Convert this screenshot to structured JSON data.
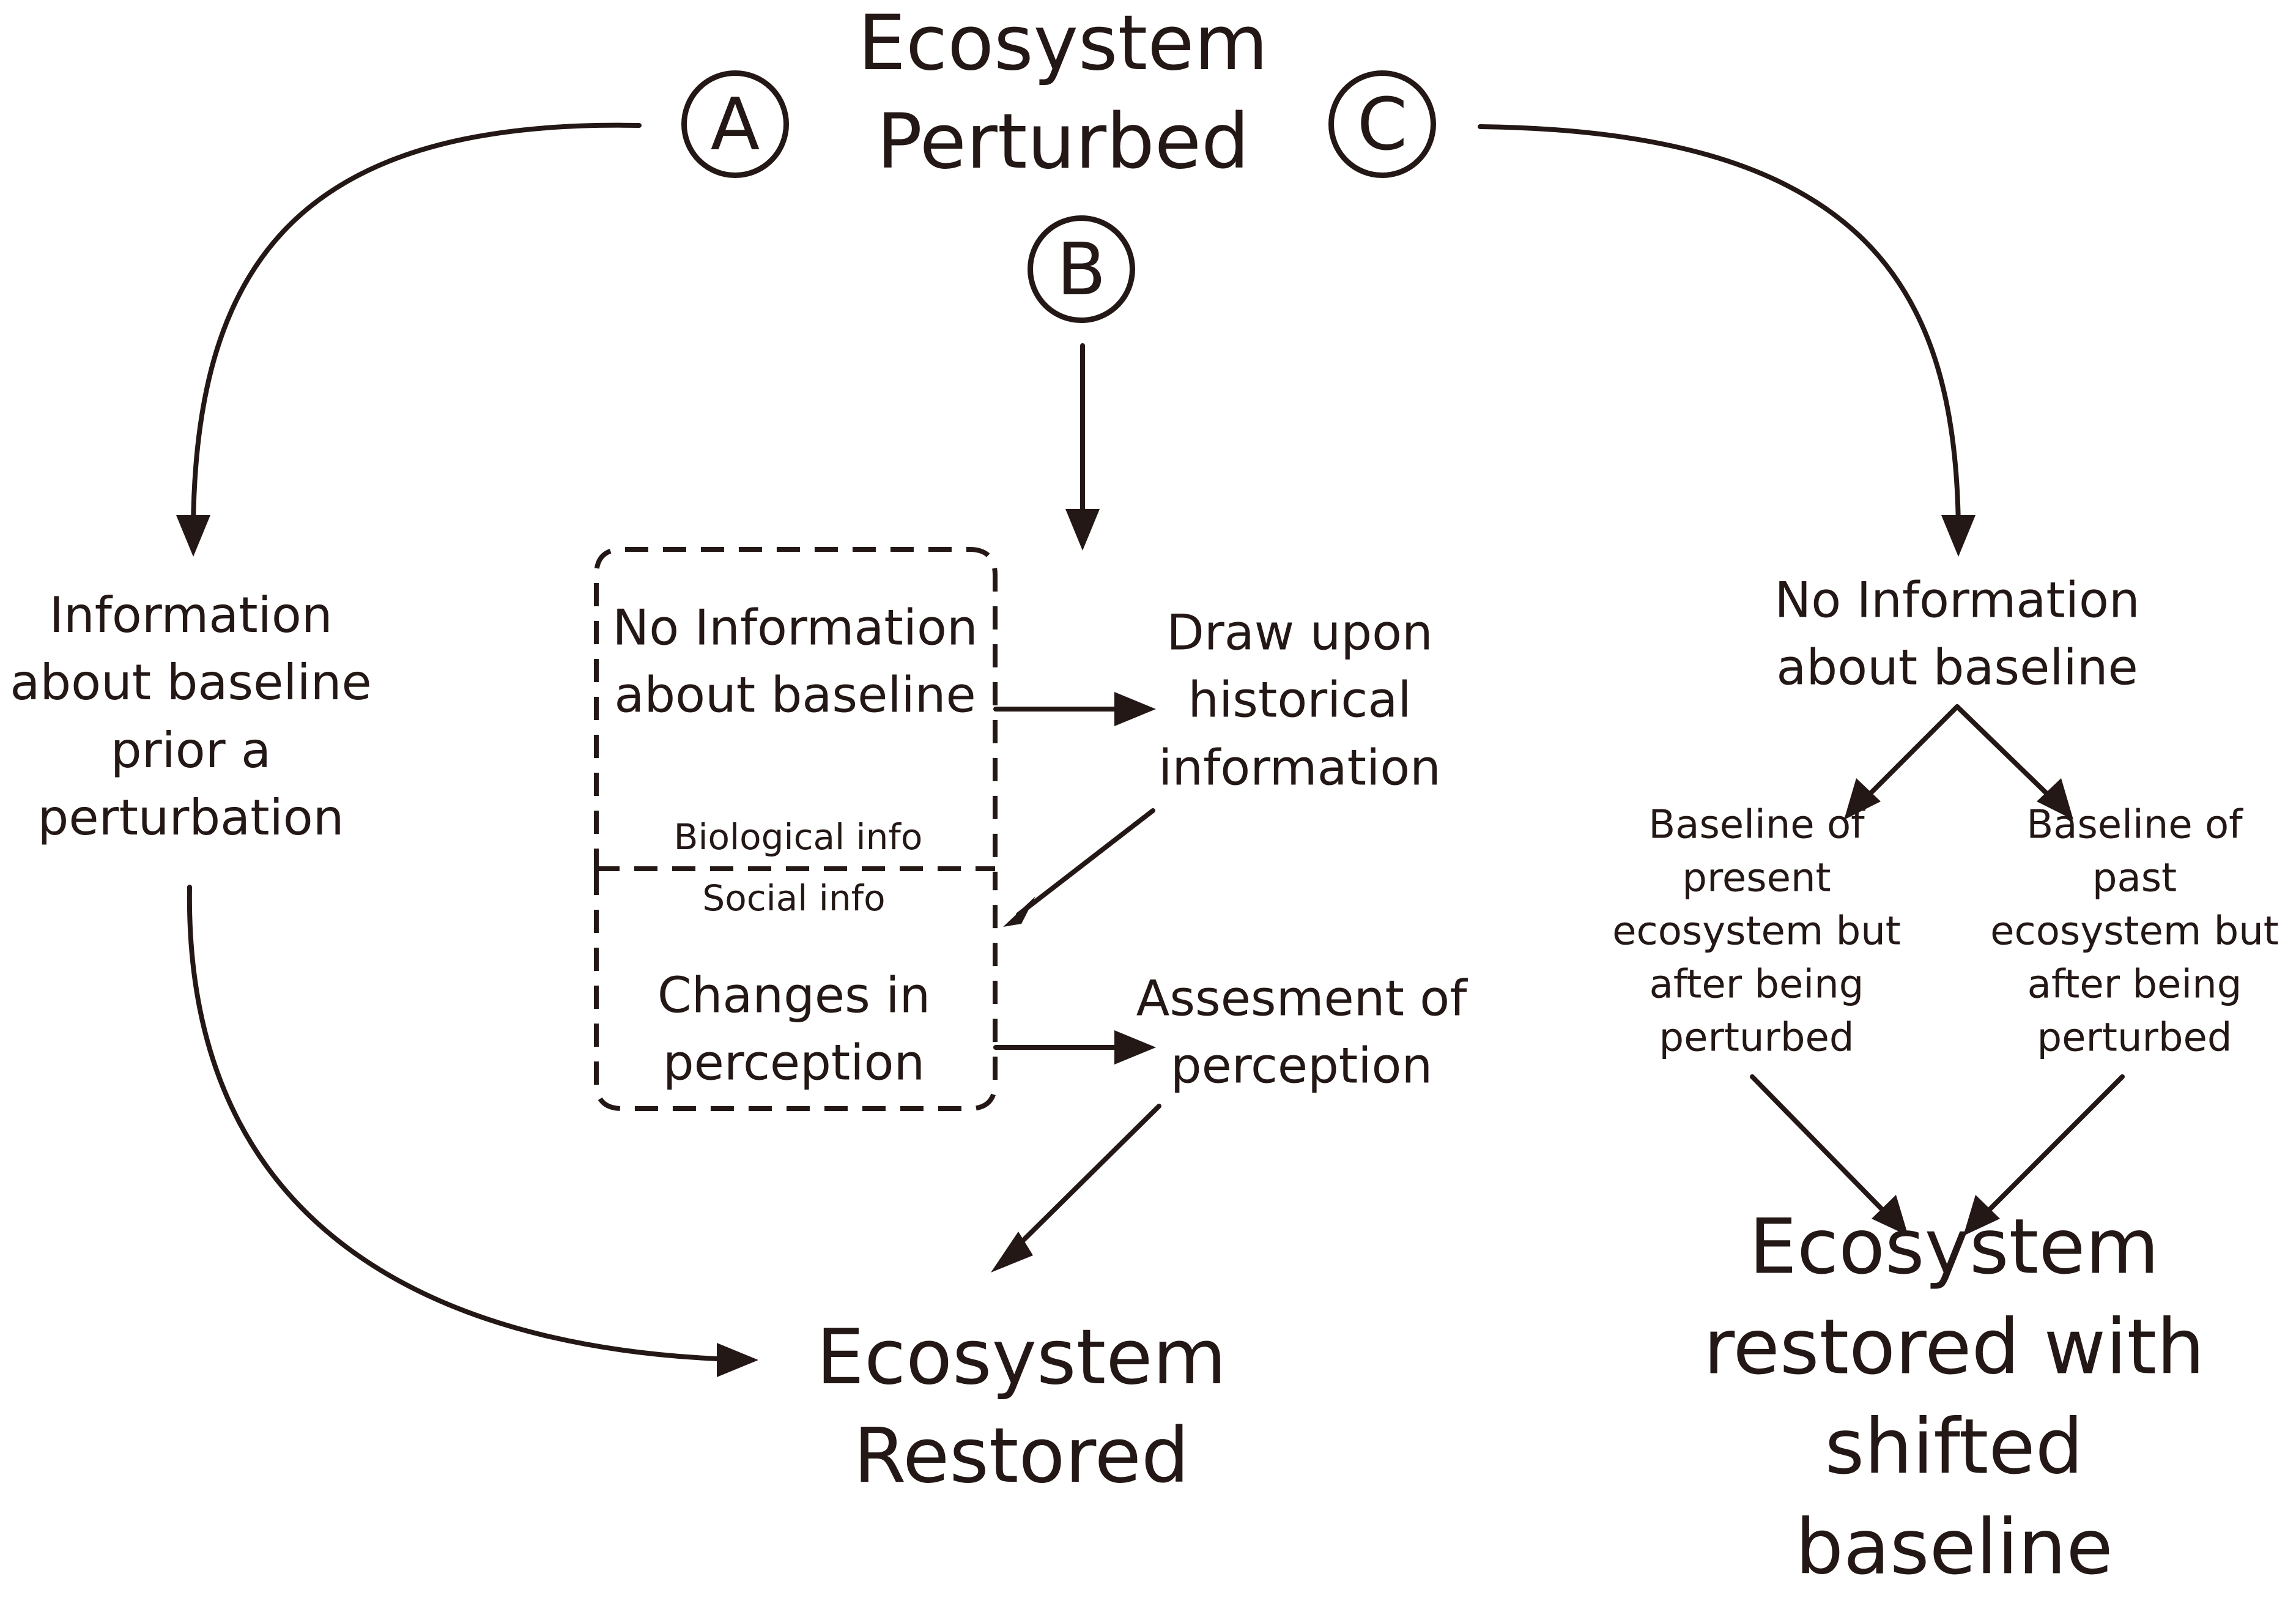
{
  "title": "Ecosystem Perturbed",
  "paths": {
    "a": {
      "label": "A",
      "info": "Information about baseline prior a perturbation"
    },
    "b": {
      "label": "B",
      "box_top": "No Information about baseline",
      "bio_info": "Biological info",
      "social_info": "Social info",
      "box_bottom": "Changes in perception",
      "historical": "Draw upon historical information",
      "assessment": "Assesment of perception"
    },
    "c": {
      "label": "C",
      "info": "No Information about baseline",
      "present": "Baseline of present ecosystem but after being perturbed",
      "past": "Baseline of past ecosystem but after being perturbed",
      "outcome": "Ecosystem restored with shifted baseline"
    }
  },
  "restored": "Ecosystem Restored"
}
